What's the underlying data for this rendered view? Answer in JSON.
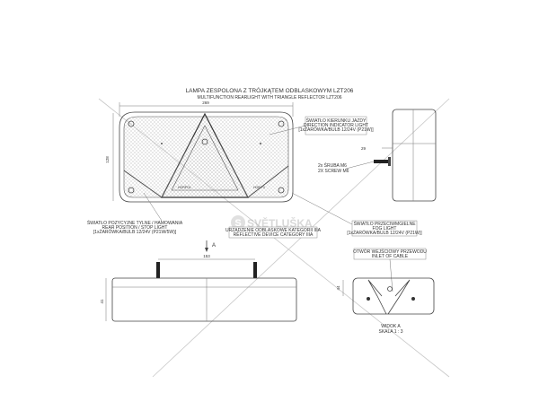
{
  "title": {
    "pl": "LAMPA ZESPOLONA Z TRÓJKĄTEM ODBLASKOWYM LZT206",
    "en": "MULTIFUNCTION REARLIGHT WITH TRIANGLE REFLECTOR LZT206"
  },
  "dimensions": {
    "width": "269",
    "height": "128",
    "screw": "29",
    "mount_spacing": "153",
    "depth": "41",
    "cable_offset": "44"
  },
  "labels": {
    "direction": [
      "ŚWIATŁO KIERUNKU JAZDY",
      "DIRECTION INDICATOR LIGHT",
      "[1xŻARÓWKA/BULB 12/24V (P21W)]"
    ],
    "screw": [
      "2x ŚRUBA M6",
      "2X SCREW M6"
    ],
    "rear": [
      "ŚWIATŁO POZYCYJNE TYLNE / HAMOWANIA",
      "REAR POSITION / STOP LIGHT",
      "[1xŻARÓWKA/BULB 12/24V (P21W/5W)]"
    ],
    "reflector": [
      "URZĄDZENIE ODBLASKOWE KATEGORII IIIA",
      "REFLECTIVE DEVICE CATEGORY IIIA"
    ],
    "fog": [
      "ŚWIATŁO PRZECIWMGIELNE",
      "FOG LIGHT",
      "[1xŻARÓWKA/BULB 12/24V (P21W)]"
    ],
    "cable": [
      "OTWÓR WEJŚCIOWY PRZEWODU",
      "INLET OF CABLE"
    ],
    "view": [
      "WIDOK A",
      "SKALA 1 : 3"
    ],
    "view_arrow": "A",
    "lamp_marks": [
      "HORPOL",
      "HOR 73"
    ]
  },
  "watermark": {
    "text": "SVĚTLUŠKA",
    "logo_letter": "S"
  },
  "colors": {
    "line": "#444444",
    "watermark": "#c8c8c8"
  }
}
